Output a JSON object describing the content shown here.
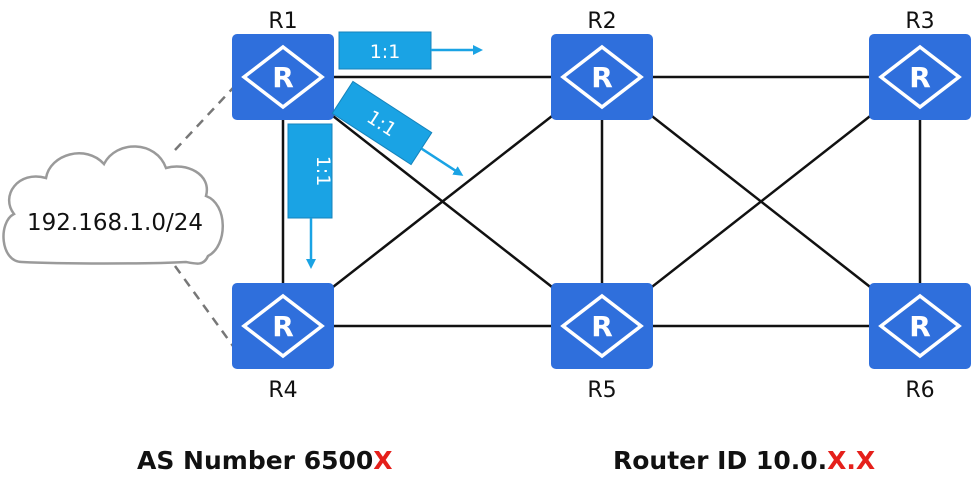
{
  "routers": [
    {
      "id": "R1",
      "label": "R1",
      "icon": "router-icon"
    },
    {
      "id": "R2",
      "label": "R2",
      "icon": "router-icon"
    },
    {
      "id": "R3",
      "label": "R3",
      "icon": "router-icon"
    },
    {
      "id": "R4",
      "label": "R4",
      "icon": "router-icon"
    },
    {
      "id": "R5",
      "label": "R5",
      "icon": "router-icon"
    },
    {
      "id": "R6",
      "label": "R6",
      "icon": "router-icon"
    }
  ],
  "router_glyph": "R",
  "links": [
    [
      "R1",
      "R2"
    ],
    [
      "R2",
      "R3"
    ],
    [
      "R4",
      "R5"
    ],
    [
      "R5",
      "R6"
    ],
    [
      "R1",
      "R4"
    ],
    [
      "R2",
      "R5"
    ],
    [
      "R3",
      "R6"
    ],
    [
      "R1",
      "R5"
    ],
    [
      "R4",
      "R2"
    ],
    [
      "R2",
      "R6"
    ],
    [
      "R5",
      "R3"
    ]
  ],
  "cloud": {
    "network": "192.168.1.0/24"
  },
  "traffic_flags": [
    {
      "from": "R1",
      "direction": "right",
      "ratio": "1:1"
    },
    {
      "from": "R1",
      "direction": "diagonal",
      "ratio": "1:1"
    },
    {
      "from": "R1",
      "direction": "down",
      "ratio": "1:1"
    }
  ],
  "footer": {
    "as_prefix": "AS Number 6500",
    "as_var": "X",
    "rid_prefix": "Router ID 10.0.",
    "rid_var1": "X",
    "rid_dot": ".",
    "rid_var2": "X"
  },
  "colors": {
    "router_fill": "#2f6fdc",
    "flag_fill": "#1aa3e4",
    "link": "#111111",
    "cloud_stroke": "#9a9a9a",
    "highlight": "#e5201b"
  }
}
